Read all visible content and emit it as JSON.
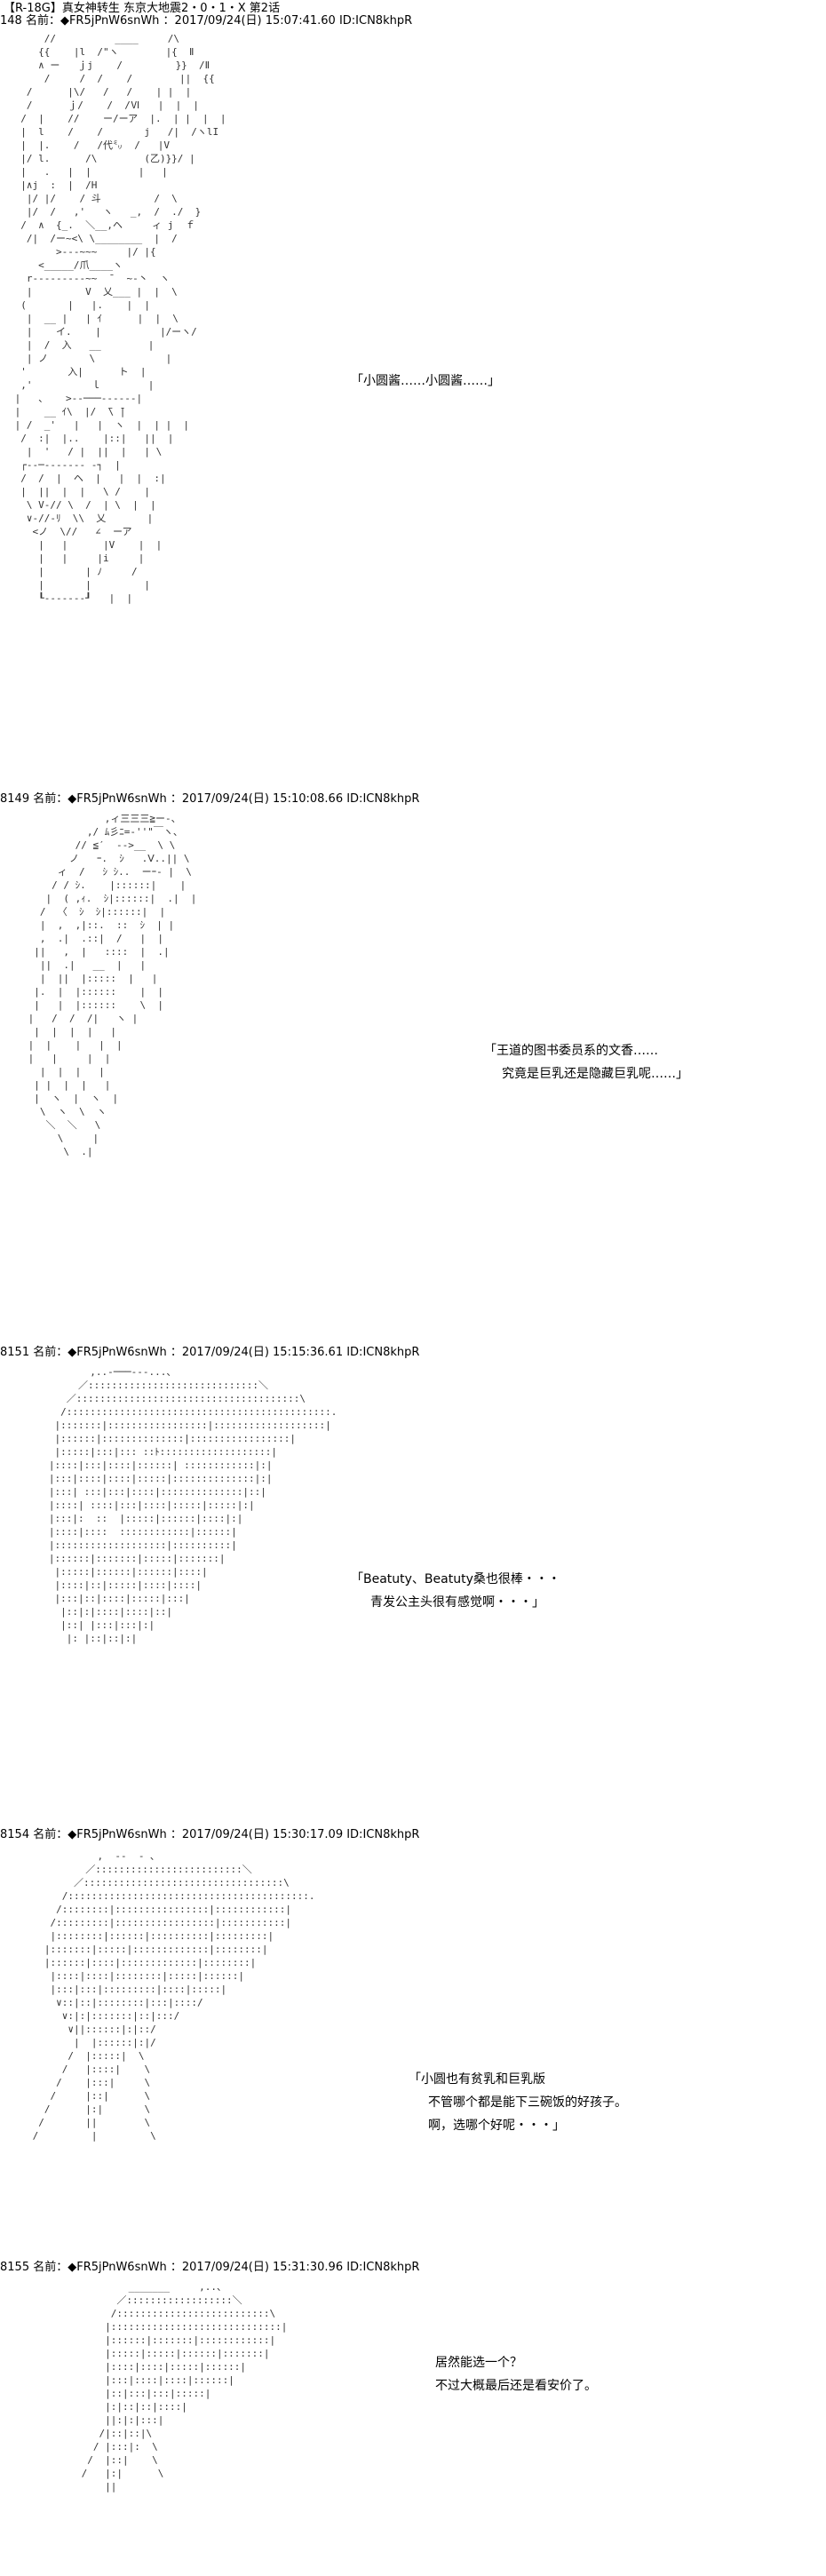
{
  "page": {
    "title": "【R-18G】真女神转生 东京大地震2・0・1・X 第2话"
  },
  "posts": [
    {
      "header": "148 名前：◆FR5jPnW6snWh ：2017/09/24(日) 15:07:41.60 ID:ICN8khpR",
      "lines": [
        "「小圆酱……小圆酱……」"
      ],
      "art": "      //          ____     /\\\n     {{    |l  /\"ヽ        |{  Ⅱ\n     ∧ ー   ｊj    /         }}  /Ⅱ\n      /     /  /    /        ||  {{\n   /      |\\/   /   /    | |  |\n   /      ｊ/    /  /Ⅵ   |  |  |\n  /  |    //    ー/ーア  |.  | |  |  |\n  |  l    /    /       j   /|  /ヽlI\n  |  |.    /   /代㍉  /   |V\n  |/ l.      /\\        (乙)}}/ |\n  |   .   |  |        |   |\n  |∧j  :  |  /H                \n   |/ |/    / 斗         /  \\\n   |/  /   ,'   ヽ   _,  /  ./  }\n  /  ∧  {_.  ＼__,ヘ     ィ j  ｆ\n   /|  /ー~<\\ \\________  |  /\n        >--‐~~~     |/ |{\n     <_____/爪____ヽ\n   r-------‐‐~~  ̄   ~‐丶  ヽ\n   |         V  乂___ |  |  \\\n  (       |   |.    |  |\n   |  __ |   | ｲ      |  |  \\\n   |    イ.    |          |/ーヽ/\n   |  /  入   __        |\n   | ノ       \\            |\n  '       入|      ト  |\n  ,'          ｌ        |\n |   、   >--───----‐‐|\n |    __ ｲ\\  |/  ̄\\ ̄|\n | /  _'   |   |  ヽ  |  | |  |\n  /  :|  |..    |::|   ||  |\n   |  '   / |  ||  |   | \\\n  ┌‐‐─-----‐‐ ‐┐  |\n  /  /  |  ヘ  |   |  |  :|\n  |  ||  |  |   \\ /    |\n   \\ V-// \\  /  | \\  |  |\n   ∨-//-ﾘ  \\\\  乂       |\n    <ノ  \\//   ∠  ーア\n     |   |      |V    |  |\n     |   |     |i     |\n     |       | ﾉ     /\n     |       |         |\n     ┖-----‐‐┚   |  |"
    },
    {
      "header": "8149 名前：◆FR5jPnW6snWh ：2017/09/24(日) 15:10:08.66 ID:ICN8khpR",
      "lines": [
        "「王道的图书委员系的文香……",
        "究竟是巨乳还是隐藏巨乳呢……」"
      ],
      "art": "              ,ィ三三三≧ー-、\n           ,/ ﾑ彡ﾆ=‐''\"￣ヽ、\n         // ≦′  -->__  \\ \\\n        ノ   ｰ.  ｼ   .Ⅴ..|| \\\n      ィ  /   ｼ ｼ..  ーｰ‐ |  \\\n     / / ｼ.    |::::::|    |\n    |  ( ,ｨ.  ｼ|::::::|  .|  |\n   /  〈  ｼ  ｼ|::::::|  |\n   |  ,  ,|::.  ::  ｼ  | |\n   ,  .|  .::|  /   |  |\n  ||   ,  |   ::::  |  .|\n   ||  .|   __  |   |\n   |  ||  |:::::  |   |\n  |.  |  |::::::    |  |\n  |   |  |::::::    \\  |\n |   /  /  /|   ヽ |\n  |  |  |  |   |\n |  |    |   |  |\n |   |     |  |\n   |  |  |   |\n  | |  |  |   |\n  |  ヽ  |  ヽ  |\n   \\  ヽ  \\  ヽ\n    ＼  ＼   \\\n      \\     |\n       \\  .|"
    },
    {
      "header": "8151 名前：◆FR5jPnW6snWh ：2017/09/24(日) 15:15:36.61 ID:ICN8khpR",
      "lines": [
        "「Beatuty、Beatuty桑也很棒・・・",
        "青发公主头很有感觉啊・・・」"
      ],
      "art": "          ,..-───‐--...、\n        ／:::::::::::::::::::::::::::::＼\n      ／::::::::::::::::::::::::::::::::::::::\\\n     /:::::::::::::::::::::::::::::::::::::::::::::.\n    |:::::::|:::::::::::::::::|:::::::::::::::::::|\n    |::::::|::::::::::::::|:::::::::::::::::|\n    |:::::|:::|::: ::ﾄ:::::::::::::::::::|\n   |::::|:::|::::|::::::| ::::::::::::|:|\n   |:::|::::|::::|:::::|::::::::::::::|:|\n   |:::| :::|:::|::::|::::::::::::::|::|\n   |::::| ::::|:::|::::|:::::|:::::|:|\n   |:::|:  ::  |:::::|::::::|::::|:|\n   |::::|::::  ::::::::::::|::::::|\n   |:::::::::::::::::::|::::::::::|\n   |::::::|:::::::|:::::|:::::::|\n    |:::::|::::::|::::::|::::|\n    |::::|::|:::::|::::|::::|\n    |:::|::|::::|:::::|:::|\n     |::|:|::::|::::|::|\n     |::| |:::|:::|:|\n      |: |::|::|:|"
    },
    {
      "header": "8154 名前：◆FR5jPnW6snWh ：2017/09/24(日) 15:30:17.09 ID:ICN8khpR",
      "lines": [
        "「小圆也有贫乳和巨乳版",
        "不管哪个都是能下三碗饭的好孩子。",
        "啊，选哪个好呢・・・」"
      ],
      "art": "            ,  -‐  - ､\n          ／:::::::::::::::::::::::::＼\n        ／::::::::::::::::::::::::::::::::::\\\n      /:::::::::::::::::::::::::::::::::::::::::.\n     /::::::::|::::::::::::::::|::::::::::::|\n    /:::::::::|:::::::::::::::::|:::::::::::|\n    |::::::::|::::::|::::::::::|:::::::::|\n   |:::::::|:::::|:::::::::::::|::::::::|\n   |::::::|::::|:::::::::::::|::::::::|\n    |::::|::::|::::::::|:::::|::::::|\n    |:::|:::|:::::::::|::::|:::::|\n     ∨::|::|::::::::|:::|::::/\n      ∨:|:|:::::::|::|:::/\n       ∨||::::::|:|::/\n        |  |::::::|:|/\n       /  |:::::|  \\\n      /   |::::|    \\\n     /    |:::|     \\\n    /     |::|      \\\n   /      |:|       \\\n  /       ||        \\\n /         |         \\"
    },
    {
      "header": "8155 名前：◆FR5jPnW6snWh ：2017/09/24(日) 15:31:30.96 ID:ICN8khpR",
      "lines": [
        "居然能选一个？",
        "不过大概最后还是看安价了。"
      ],
      "art": "         _______     ,..、\n       ／::::::::::::::::::＼\n      /::::::::::::::::::::::::::\\\n     |:::::::::::::::::::::::::::::|\n     |::::::|:::::::|::::::::::::|\n     |:::::|:::::|::::::|:::::::|\n     |::::|::::|:::::|::::::|\n     |:::|::::|::::|::::::|\n     |::|:::|:::|:::::|\n     |:|::|::|::::|\n     ||:|:|:::|\n    /|::|::|\\\n   / |:::|:  \\\n  /  |::|    \\\n /   |:|      \\\n     ||"
    }
  ]
}
